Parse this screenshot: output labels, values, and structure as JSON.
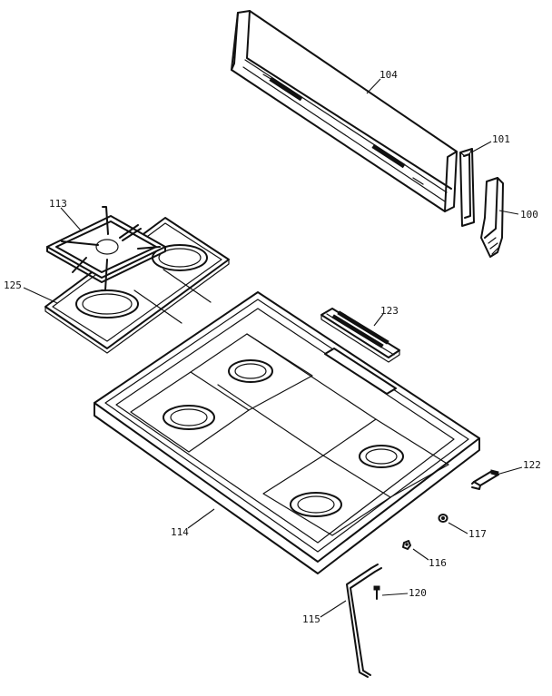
{
  "diagram": {
    "callouts": {
      "c104": "104",
      "c101": "101",
      "c100": "100",
      "c113": "113",
      "c125": "125",
      "c123": "123",
      "c122": "122",
      "c114": "114",
      "c117": "117",
      "c116": "116",
      "c120": "120",
      "c115": "115"
    }
  }
}
